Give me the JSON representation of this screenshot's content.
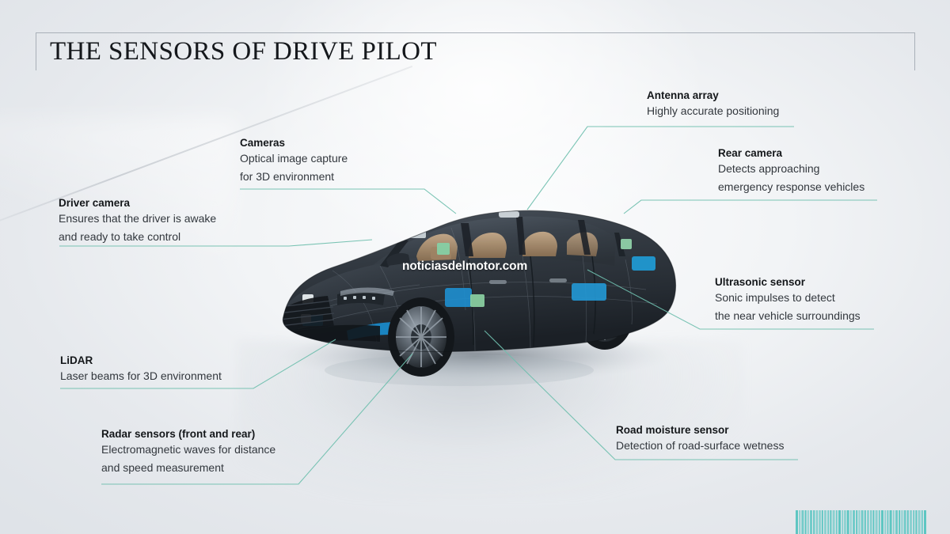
{
  "header": {
    "title": "THE SENSORS OF DRIVE PILOT"
  },
  "watermark": {
    "text": "noticiasdelmotor.com"
  },
  "vehicle": {
    "alt_name": "mercedes-benz-s-class-cutaway",
    "body_color": "#2b3036",
    "interior_color": "#b79a7c",
    "sensor_highlight_blue": "#1f9bd6",
    "sensor_highlight_green": "#7fc8a0"
  },
  "callouts": [
    {
      "id": "antenna-array",
      "title": "Antenna array",
      "lines": [
        "Highly accurate positioning"
      ]
    },
    {
      "id": "rear-camera",
      "title": "Rear camera",
      "lines": [
        "Detects approaching",
        "emergency response vehicles"
      ]
    },
    {
      "id": "ultrasonic-sensor",
      "title": "Ultrasonic sensor",
      "lines": [
        "Sonic impulses to detect",
        "the near vehicle surroundings"
      ]
    },
    {
      "id": "road-moisture-sensor",
      "title": "Road moisture sensor",
      "lines": [
        "Detection of road-surface wetness"
      ]
    },
    {
      "id": "cameras",
      "title": "Cameras",
      "lines": [
        "Optical image capture",
        "for 3D environment"
      ]
    },
    {
      "id": "driver-camera",
      "title": "Driver camera",
      "lines": [
        "Ensures that the driver is awake",
        "and ready to take control"
      ]
    },
    {
      "id": "lidar",
      "title": "LiDAR",
      "lines": [
        "Laser beams for 3D environment"
      ]
    },
    {
      "id": "radar-sensors",
      "title": "Radar sensors (front and rear)",
      "lines": [
        "Electromagnetic waves for distance",
        "and speed measurement"
      ]
    }
  ],
  "colors": {
    "leader_line": "#6fbfae",
    "title_text": "#15181c",
    "body_text": "#32373d",
    "frame_border": "#a9b0b8",
    "barcode": "#56c4c0",
    "background_light": "#fbfcfd",
    "background_edge": "#dfe3e8"
  }
}
